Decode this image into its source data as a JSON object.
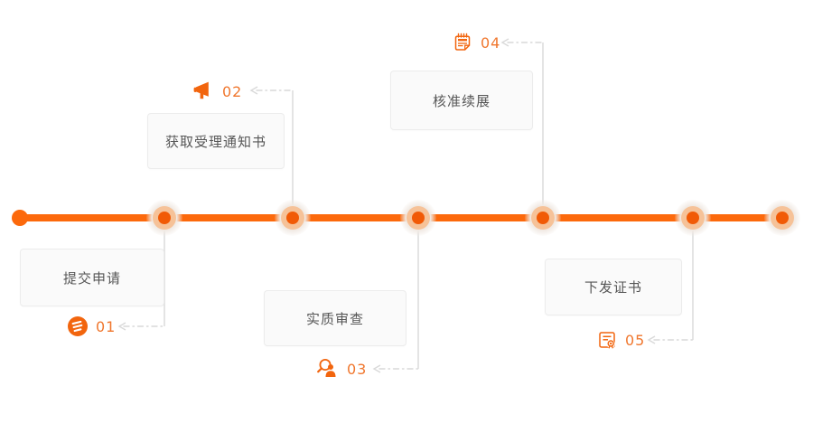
{
  "diagram": {
    "type": "horizontal-process-timeline",
    "node_count": 6,
    "colors": {
      "timeline": "#fc690c",
      "node_dot": "#f15a06",
      "node_ring": "#f6c298",
      "node_halo": "#f1eae4",
      "connector": "#d9d9d9",
      "number_text": "#f0772e",
      "icon": "#f2650e",
      "box_background": "#fafafa",
      "box_border": "#ececec",
      "box_text": "#565656"
    },
    "steps": [
      {
        "number": "01",
        "label": "提交申请",
        "icon": "memo-circle-icon",
        "label_position": "below-line"
      },
      {
        "number": "02",
        "label": "获取受理通知书",
        "icon": "megaphone-icon",
        "label_position": "above-line"
      },
      {
        "number": "03",
        "label": "实质审查",
        "icon": "person-search-icon",
        "label_position": "below-line"
      },
      {
        "number": "04",
        "label": "核准续展",
        "icon": "notepad-icon",
        "label_position": "above-line"
      },
      {
        "number": "05",
        "label": "下发证书",
        "icon": "certificate-icon",
        "label_position": "below-line"
      }
    ]
  }
}
